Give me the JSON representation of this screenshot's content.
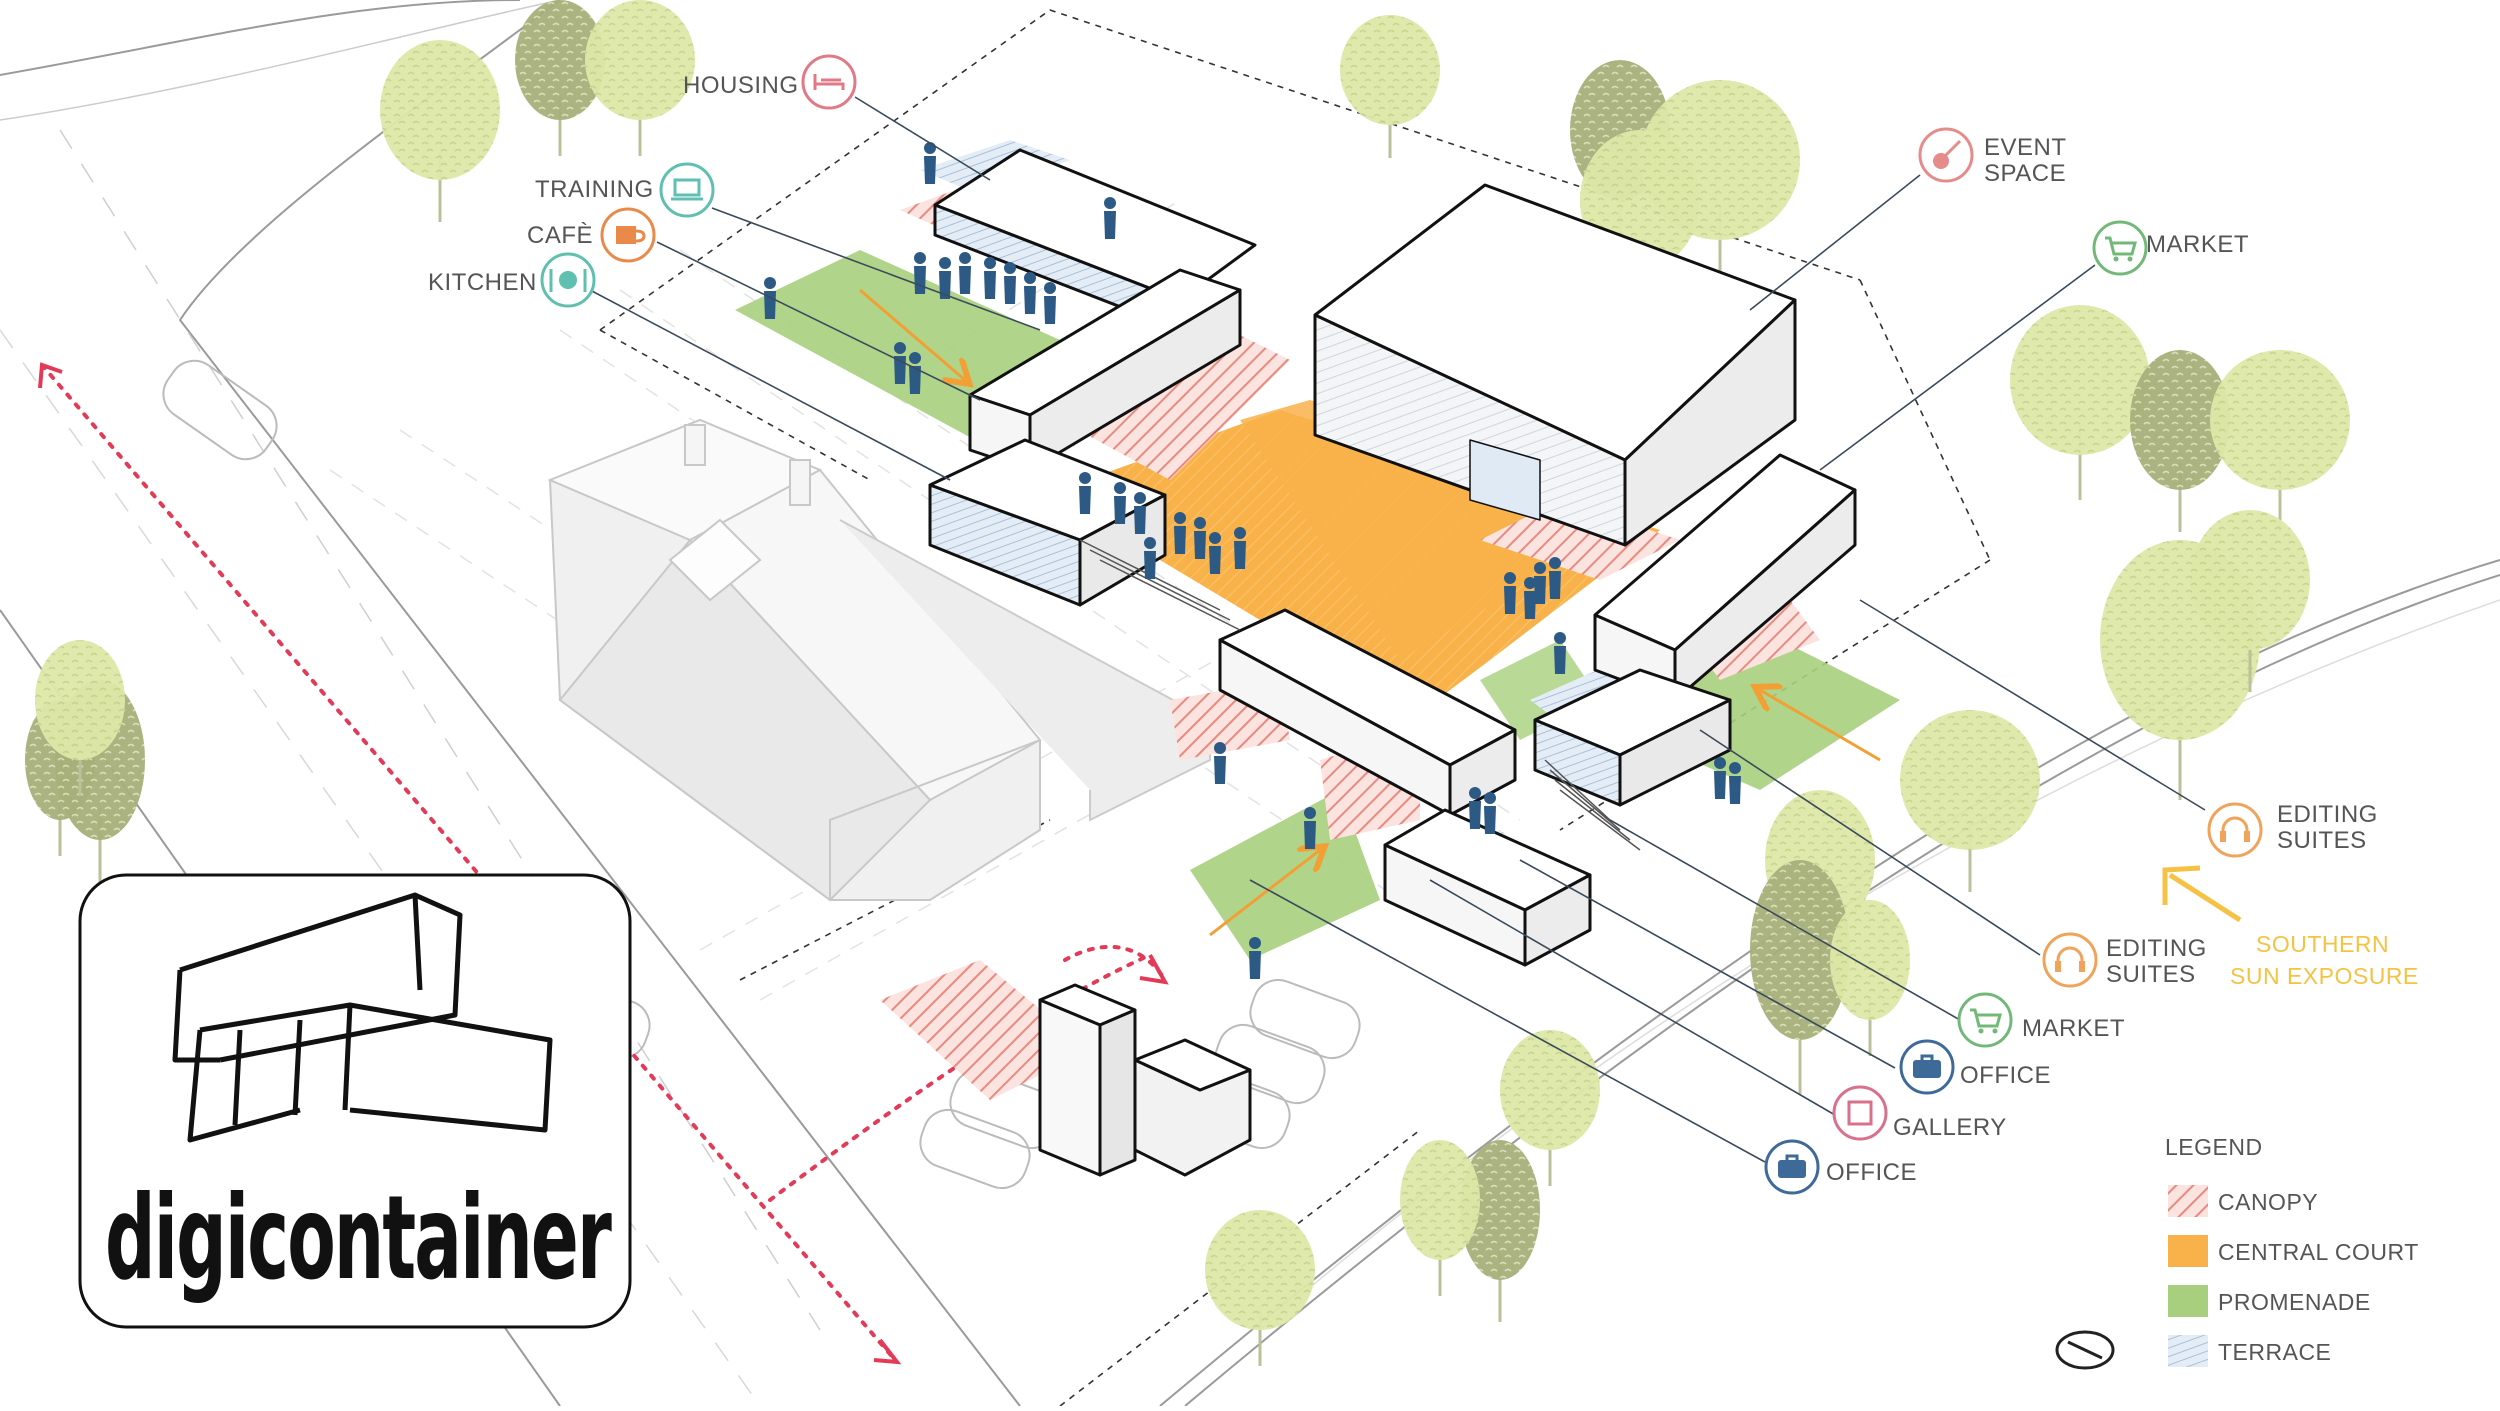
{
  "colors": {
    "canopy": "#f2a9a3",
    "central_court": "#f9b24a",
    "promenade": "#a7cf7d",
    "terrace": "#c7d9ec",
    "figures": "#2d5a85",
    "leader": "#3b4a5a",
    "route": "#e23a57",
    "sun": "#f6c244",
    "tree": "#dbe7a5",
    "tree_dark": "#aab57b"
  },
  "logo": {
    "text": "digicontainer"
  },
  "labels": [
    {
      "id": "housing",
      "lines": [
        "HOUSING"
      ],
      "icon": "bed-icon",
      "color": "#e07a86"
    },
    {
      "id": "training",
      "lines": [
        "TRAINING"
      ],
      "icon": "laptop-icon",
      "color": "#5fbfb0"
    },
    {
      "id": "cafe",
      "lines": [
        "CAFÈ"
      ],
      "icon": "mug-icon",
      "color": "#ea8a4a"
    },
    {
      "id": "kitchen",
      "lines": [
        "KITCHEN"
      ],
      "icon": "plate-cutlery-icon",
      "color": "#5fbfb0"
    },
    {
      "id": "event",
      "lines": [
        "EVENT",
        "SPACE"
      ],
      "icon": "guitar-icon",
      "color": "#e58c8a"
    },
    {
      "id": "market-top",
      "lines": [
        "MARKET"
      ],
      "icon": "cart-icon",
      "color": "#72b979"
    },
    {
      "id": "editing-right",
      "lines": [
        "EDITING",
        "SUITES"
      ],
      "icon": "headphones-icon",
      "color": "#f0a35a"
    },
    {
      "id": "editing-mid",
      "lines": [
        "EDITING",
        "SUITES"
      ],
      "icon": "headphones-icon",
      "color": "#f0a35a"
    },
    {
      "id": "market-bottom",
      "lines": [
        "MARKET"
      ],
      "icon": "cart-icon",
      "color": "#72b979"
    },
    {
      "id": "office-upper",
      "lines": [
        "OFFICE"
      ],
      "icon": "briefcase-icon",
      "color": "#3e6a9a"
    },
    {
      "id": "gallery",
      "lines": [
        "GALLERY"
      ],
      "icon": "frame-icon",
      "color": "#d9708c"
    },
    {
      "id": "office-lower",
      "lines": [
        "OFFICE"
      ],
      "icon": "briefcase-icon",
      "color": "#3e6a9a"
    }
  ],
  "sun": {
    "lines": [
      "SOUTHERN",
      "SUN EXPOSURE"
    ]
  },
  "legend": {
    "title": "LEGEND",
    "items": [
      {
        "label": "CANOPY",
        "swatch": "canopy"
      },
      {
        "label": "CENTRAL COURT",
        "swatch": "central_court"
      },
      {
        "label": "PROMENADE",
        "swatch": "promenade"
      },
      {
        "label": "TERRACE",
        "swatch": "terrace"
      }
    ]
  }
}
